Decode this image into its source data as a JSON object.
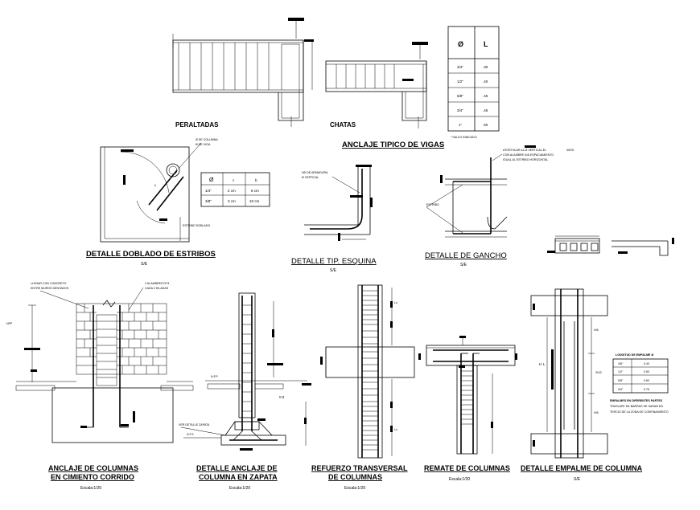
{
  "upper": {
    "peraltadas": "PERALTADAS",
    "chatas": "CHATAS",
    "anclaje_vigas": "ANCLAJE TIPICO DE VIGAS",
    "table": {
      "col1": "Ø",
      "col2": "L",
      "rows": [
        {
          "a": "3/4\"",
          "b": ".30"
        },
        {
          "a": "1/2\"",
          "b": ".40"
        },
        {
          "a": "5/8\"",
          "b": ".45"
        },
        {
          "a": "3/4\"",
          "b": ".45"
        },
        {
          "a": "1\"",
          "b": ".60"
        }
      ]
    },
    "table_note": "* SALVO INDICADO"
  },
  "estribos": {
    "title": "DETALLE DOBLADO DE ESTRIBOS",
    "scale": "S/E",
    "note1": "Ø DE COLUMNA",
    "note2": "Ø DE VIGA",
    "bottom_label": "ESTRIBO DOBLADO",
    "table": {
      "h1": "Ø",
      "h2": "c",
      "h3": "b",
      "rows": [
        {
          "a": "1/4\"",
          "b": "2 cm",
          "c": "6 cm"
        },
        {
          "a": "3/8\"",
          "b": "3 cm",
          "c": "10 cm"
        }
      ]
    }
  },
  "esquina": {
    "title": "DETALLE TIP. ESQUINA",
    "scale": "S/E",
    "label1": "ND DE ARMADURA",
    "label2": "Ø VERTICAL"
  },
  "gancho": {
    "title": "DETALLE DE GANCHO",
    "scale": "S/E",
    "note1": "ATORTOLAR AL Ø VERTICAL EL",
    "note2": "CON ALAMBRE #16 ESPACIAMIENTO",
    "note3": "IGUAL AL ESTRIBO HORIZONTAL",
    "note_frac": "3/8\"Ø",
    "estribo": "ESTRIBO"
  },
  "corrido": {
    "title1": "ANCLAJE DE COLUMNAS",
    "title2": "EN CIMIENTO CORRIDO",
    "scale": "Escala:1/20",
    "note1": "LLENAR CON CONCRETO",
    "note2": "ENTRE MUROS DENTADOS",
    "note3": "2 ALAMBRES Nº 8",
    "note4": "CADA 3 HILADAS"
  },
  "zapata": {
    "title1": "DETALLE ANCLAJE DE",
    "title2": "COLUMNA EN ZAPATA",
    "scale": "Escala:1/20",
    "nfp": "N.F.P.",
    "nfz": "N.F.Z.",
    "label": "VER DETALLE ZAPATA",
    "dim": "0.0"
  },
  "transversal": {
    "title1": "REFUERZO TRANSVERSAL",
    "title2": "DE COLUMNAS",
    "scale": "Escala:1/20"
  },
  "remate": {
    "title": "REMATE DE COLUMNAS",
    "scale": "Escala:1/20"
  },
  "empalme": {
    "title": "DETALLE EMPALME DE COLUMNA",
    "scale": "S/E",
    "h6a": "H/6",
    "h6b": "H/6",
    "h23": "2H/3",
    "h": "H",
    "l": "L",
    "table_title": "LONGITUD DE EMPALME Ø",
    "table_rows": [
      {
        "a": "3/8\"",
        "b": "0.40"
      },
      {
        "a": "1/2\"",
        "b": "0.50"
      },
      {
        "a": "5/8\"",
        "b": "0.60"
      },
      {
        "a": "3/4\"",
        "b": "0.75"
      }
    ],
    "note1": "EMPALMES EN DIFERENTES PARTES",
    "note2": "TRASLAPE DE BARRAS SE HARAN EN",
    "note3": "TERCIO DE LA ZONA DE CONFINAMIENTO"
  }
}
